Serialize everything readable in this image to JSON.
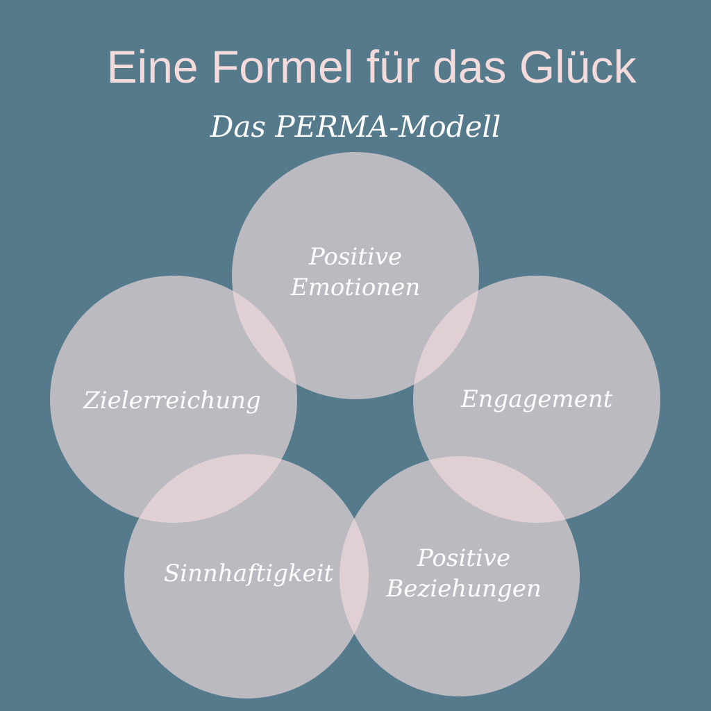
{
  "title": "Eine Formel für das Glück",
  "subtitle": "Das PERMA-Modell",
  "circles": [
    {
      "label": "Positive Emotionen",
      "line1": "Positive",
      "line2": "Emotionen"
    },
    {
      "label": "Engagement",
      "line1": "Engagement"
    },
    {
      "label": "Positive Beziehungen",
      "line1": "Positive",
      "line2": "Beziehungen"
    },
    {
      "label": "Sinnhaftigkeit",
      "line1": "Sinnhaftigkeit"
    },
    {
      "label": "Zielerreichung",
      "line1": "Zielerreichung"
    }
  ],
  "colors": {
    "background": "#557a8b",
    "circle": "#bbbac0",
    "overlap": "#e0d0d4",
    "title": "#f3dadb"
  }
}
